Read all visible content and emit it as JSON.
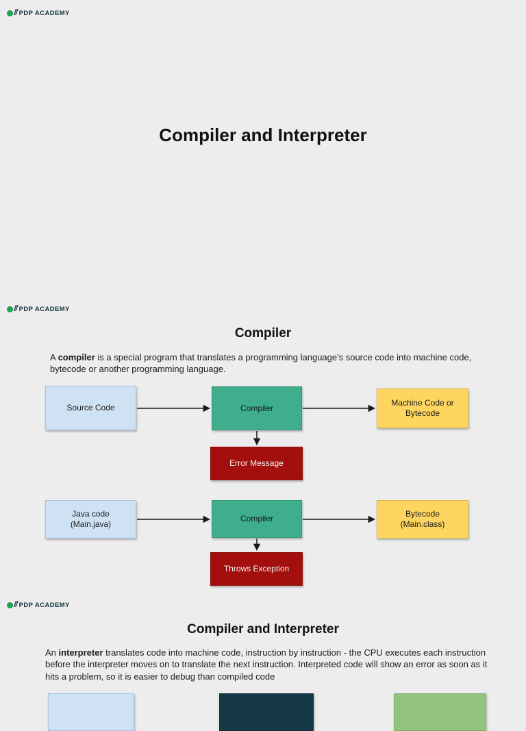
{
  "brand": {
    "name": "PDP ACADEMY",
    "mark": "//",
    "dot_color": "#1ea24d",
    "text_color": "#12303e"
  },
  "colors": {
    "page_background": "#ededee",
    "box_blue": "#cfe2f3",
    "box_green": "#3fae8c",
    "box_yellow": "#fdd55f",
    "box_red": "#a30f0d",
    "box_dark_teal": "#163a45",
    "box_light_green": "#93c47d",
    "heading_text": "#111111"
  },
  "slide1": {
    "title": "Compiler and Interpreter"
  },
  "slide2": {
    "heading": "Compiler",
    "para": {
      "lead": "A ",
      "bold": "compiler",
      "rest": " is a special program that translates a programming language's source code into machine code, bytecode or another programming language."
    },
    "boxes": {
      "source": [
        "Source Code"
      ],
      "compiler1": [
        "Compiler"
      ],
      "output1": [
        "Machine Code or",
        "Bytecode"
      ],
      "error1": [
        "Error Message"
      ],
      "java": [
        "Java code",
        "(Main.java)"
      ],
      "compiler2": [
        "Compiler"
      ],
      "output2": [
        "Bytecode",
        "(Main.class)"
      ],
      "error2": [
        "Throws Exception"
      ]
    }
  },
  "slide3": {
    "heading": "Compiler and Interpreter",
    "para": {
      "lead": "An ",
      "bold": "interpreter",
      "rest": " translates code into machine code, instruction by instruction - the CPU executes each instruction before the interpreter moves on to translate the next instruction. Interpreted code will show an error as soon as it hits a problem, so it is easier to debug than compiled code"
    }
  }
}
